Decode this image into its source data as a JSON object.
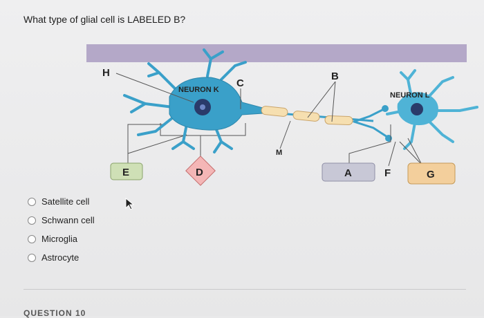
{
  "question": {
    "text": "What type of glial cell is LABELED B?"
  },
  "diagram": {
    "labels": {
      "a": "A",
      "b": "B",
      "c": "C",
      "d": "D",
      "e": "E",
      "f": "F",
      "g": "G",
      "h": "H",
      "m": "M",
      "neuron_k": "NEURON K",
      "neuron_l": "NEURON L"
    },
    "colors": {
      "band": "#b4a8c8",
      "neuron": "#3aa0c9",
      "nucleus": "#2a3b6a",
      "myelin": "#f6dfb0",
      "box_gray": "#c8c8d6",
      "box_pink": "#f4b6b6",
      "box_tan": "#f3cf9c",
      "box_green": "#cfe0b6"
    }
  },
  "options": [
    {
      "label": "Satellite cell"
    },
    {
      "label": "Schwann cell"
    },
    {
      "label": "Microglia"
    },
    {
      "label": "Astrocyte"
    }
  ],
  "footer": {
    "next_question": "QUESTION 10"
  }
}
